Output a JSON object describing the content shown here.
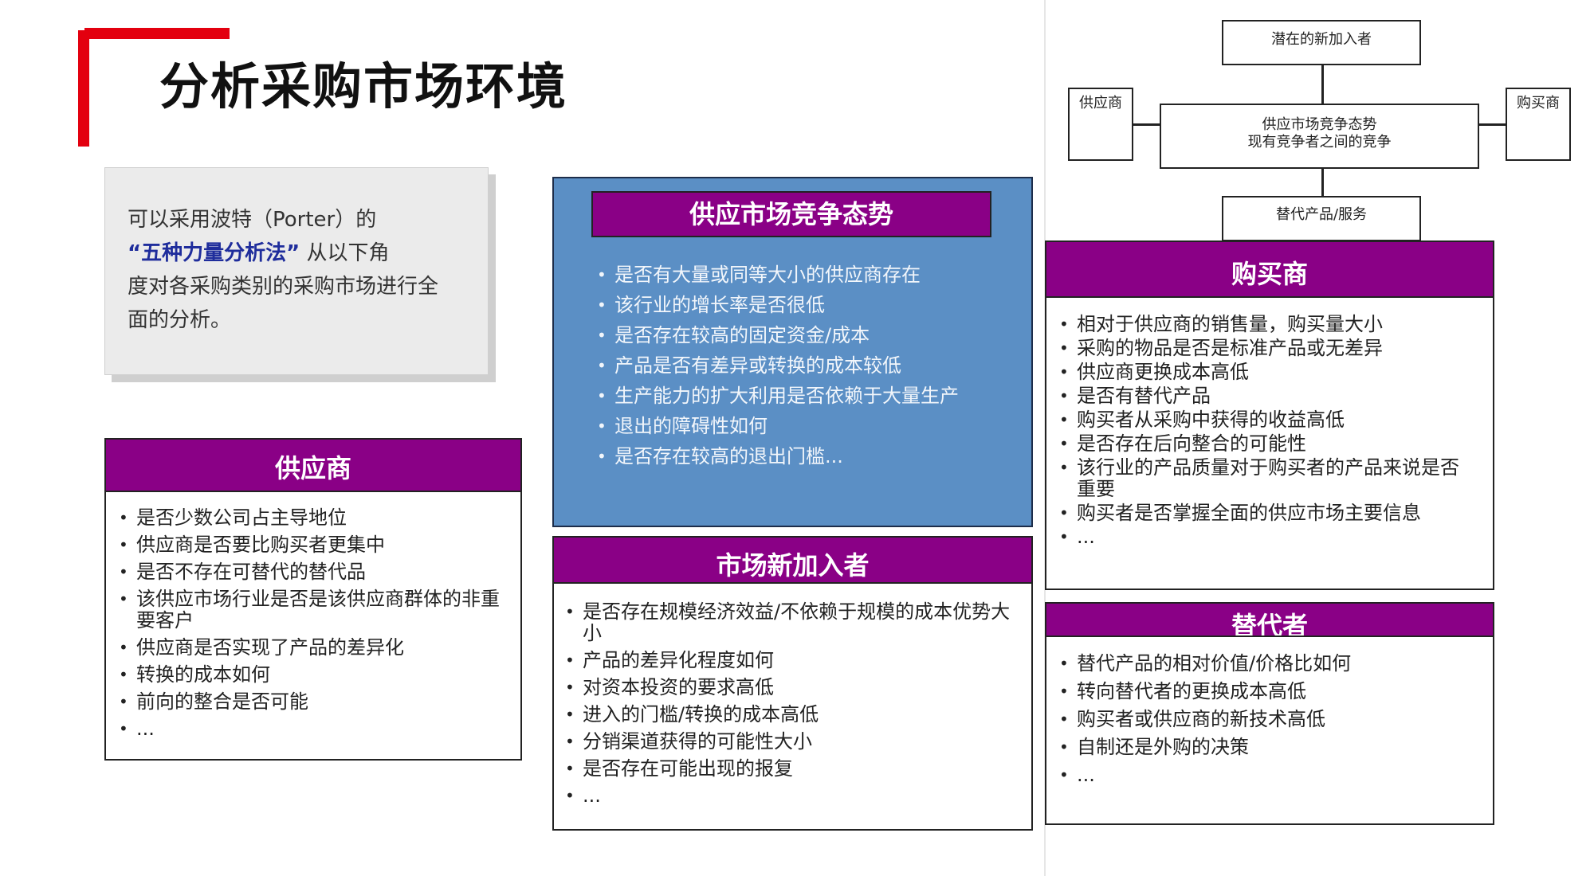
{
  "title": "分析采购市场环境",
  "intro": {
    "line1": "可以采用波特（Porter）的",
    "highlight": "“五种力量分析法”",
    "line2_rest": "从以下角",
    "line3": "度对各采购类别的采购市场进行全",
    "line4": "面的分析。"
  },
  "supplier": {
    "header": "供应商",
    "items": [
      "是否少数公司占主导地位",
      "供应商是否要比购买者更集中",
      "是否不存在可替代的替代品",
      "该供应市场行业是否是该供应商群体的非重要客户",
      "供应商是否实现了产品的差异化",
      "转换的成本如何",
      "前向的整合是否可能",
      "..."
    ]
  },
  "competition": {
    "header": "供应市场竞争态势",
    "items": [
      "是否有大量或同等大小的供应商存在",
      "该行业的增长率是否很低",
      "是否存在较高的固定资金/成本",
      "产品是否有差异或转换的成本较低",
      "生产能力的扩大利用是否依赖于大量生产",
      "退出的障碍性如何",
      "是否存在较高的退出门槛..."
    ]
  },
  "new_entrants": {
    "header": "市场新加入者",
    "items": [
      "是否存在规模经济效益/不依赖于规模的成本优势大小",
      "产品的差异化程度如何",
      "对资本投资的要求高低",
      "进入的门槛/转换的成本高低",
      "分销渠道获得的可能性大小",
      "是否存在可能出现的报复",
      "..."
    ]
  },
  "buyer": {
    "header": "购买商",
    "items": [
      "相对于供应商的销售量，购买量大小",
      "采购的物品是否是标准产品或无差异",
      "供应商更换成本高低",
      "是否有替代产品",
      "购买者从采购中获得的收益高低",
      "是否存在后向整合的可能性",
      "该行业的产品质量对于购买者的产品来说是否重要",
      "购买者是否掌握全面的供应市场主要信息",
      "..."
    ]
  },
  "substitute": {
    "header": "替代者",
    "items": [
      "替代产品的相对价值/价格比如何",
      "转向替代者的更换成本高低",
      "购买者或供应商的新技术高低",
      "自制还是外购的决策",
      "..."
    ]
  },
  "diagram": {
    "top": "潜在的新加入者",
    "left": "供应商",
    "center_line1": "供应市场竞争态势",
    "center_line2": "现有竞争者之间的竞争",
    "right": "购买商",
    "bottom": "替代产品/服务"
  },
  "colors": {
    "accent": "#e3000f",
    "header_purple": "#8a0086",
    "panel_blue": "#5b8fc5",
    "highlight_blue": "#1f2d9c"
  }
}
